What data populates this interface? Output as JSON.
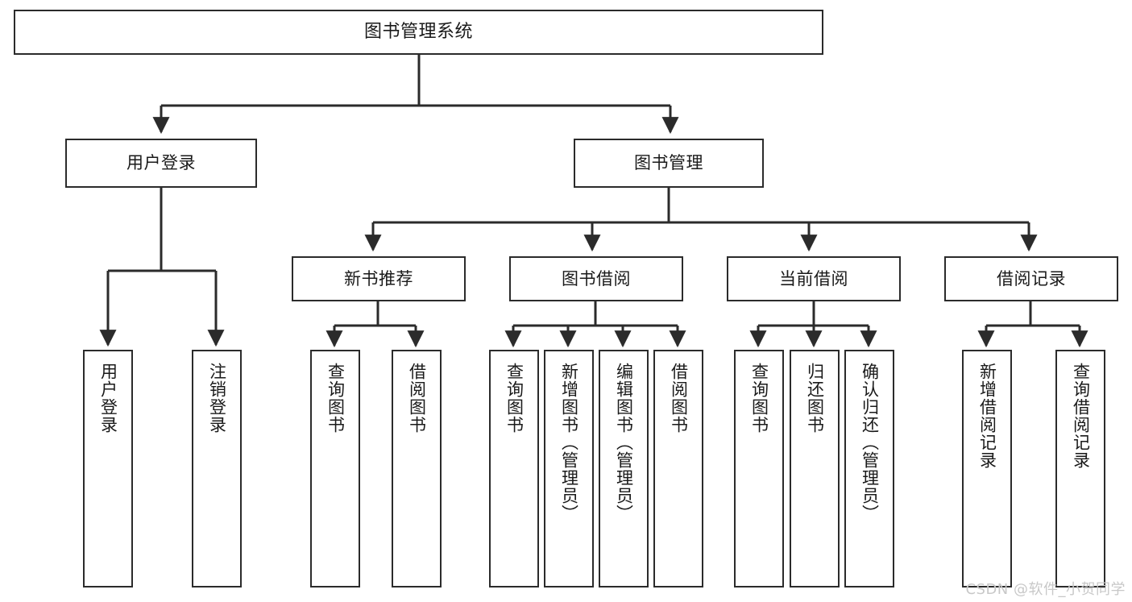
{
  "diagram": {
    "title": "图书管理系统",
    "watermark": "CSDN @软件_小贺同学",
    "stroke_color": "#2b2b2b",
    "background_color": "#ffffff",
    "nodes": {
      "root": {
        "label": "图书管理系统"
      },
      "level1": [
        {
          "label": "用户登录"
        },
        {
          "label": "图书管理"
        }
      ],
      "level2": [
        {
          "label": "新书推荐"
        },
        {
          "label": "图书借阅"
        },
        {
          "label": "当前借阅"
        },
        {
          "label": "借阅记录"
        }
      ],
      "leaves": {
        "user_login": [
          {
            "label": "用户登录"
          },
          {
            "label": "注销登录"
          }
        ],
        "new_book_recommend": [
          {
            "label": "查询图书"
          },
          {
            "label": "借阅图书"
          }
        ],
        "book_borrow": [
          {
            "label": "查询图书"
          },
          {
            "label": "新增图书（管理员）"
          },
          {
            "label": "编辑图书（管理员）"
          },
          {
            "label": "借阅图书"
          }
        ],
        "current_borrow": [
          {
            "label": "查询图书"
          },
          {
            "label": "归还图书"
          },
          {
            "label": "确认归还（管理员）"
          }
        ],
        "borrow_record": [
          {
            "label": "新增借阅记录"
          },
          {
            "label": "查询借阅记录"
          }
        ]
      }
    }
  }
}
